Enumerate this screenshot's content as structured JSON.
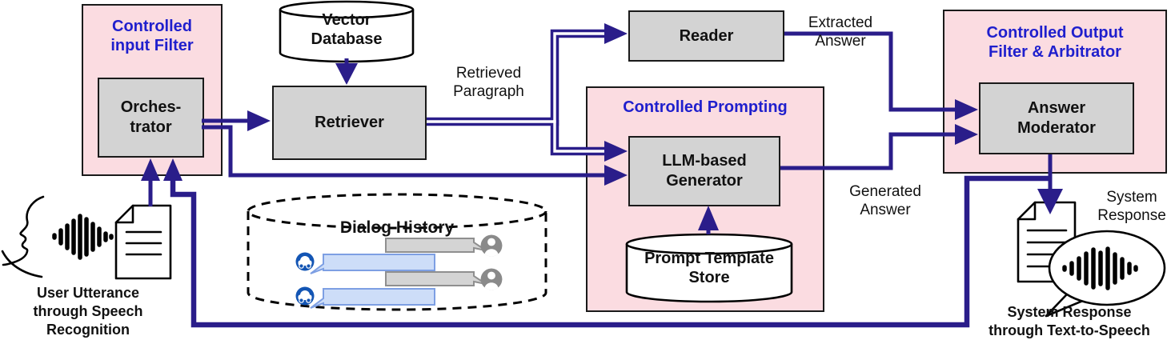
{
  "diagram": {
    "nodes": {
      "controlled_input_filter": "Controlled\ninput Filter",
      "orchestrator": "Orches-\ntrator",
      "vector_database": "Vector\nDatabase",
      "retriever": "Retriever",
      "reader": "Reader",
      "controlled_prompting": "Controlled Prompting",
      "llm_generator": "LLM-based\nGenerator",
      "prompt_template_store": "Prompt Template\nStore",
      "controlled_output_filter": "Controlled Output\nFilter & Arbitrator",
      "answer_moderator": "Answer\nModerator",
      "dialog_history": "Dialog History"
    },
    "edge_labels": {
      "retrieved_paragraph": "Retrieved\nParagraph",
      "extracted_answer": "Extracted\nAnswer",
      "generated_answer": "Generated\nAnswer",
      "system_response": "System\nResponse"
    },
    "captions": {
      "user_utterance": "User Utterance\nthrough Speech\nRecognition",
      "tts_response": "System Response\nthrough Text-to-Speech"
    },
    "colors": {
      "panel_pink": "#fbdce1",
      "box_gray": "#d3d3d3",
      "title_blue": "#1f1fcd",
      "arrow_navy": "#2a1d8a",
      "bubble_blue_fill": "#cdddf8",
      "bubble_blue_border": "#7d9fe3",
      "bubble_gray_fill": "#d4d4d4",
      "bubble_gray_border": "#8f8f8f",
      "car_icon_blue": "#1355b4",
      "avatar_gray": "#8a8a8a"
    }
  }
}
